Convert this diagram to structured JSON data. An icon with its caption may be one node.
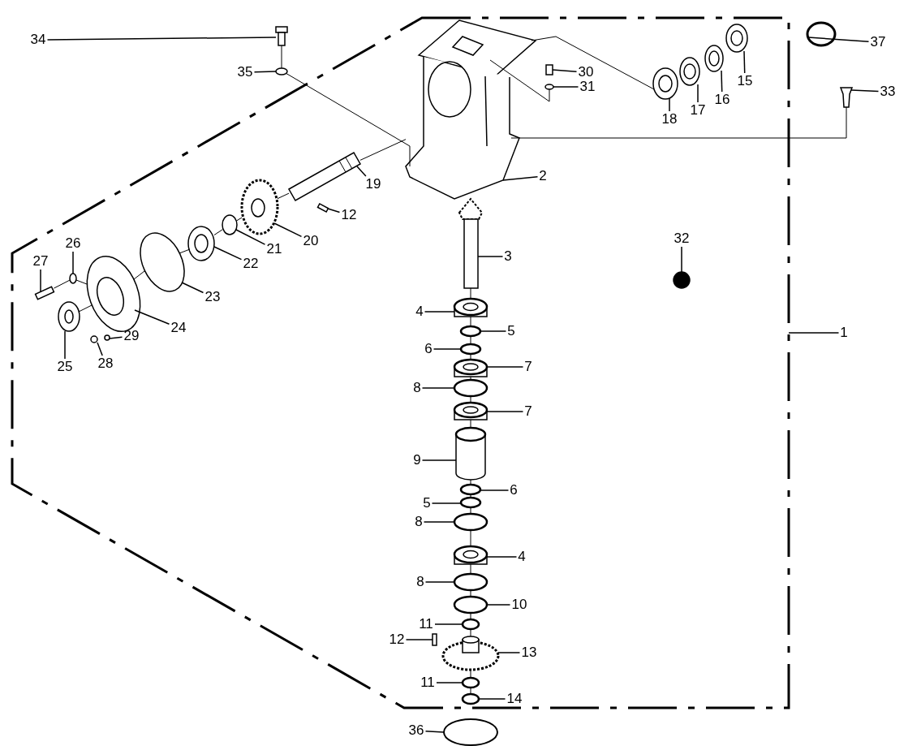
{
  "diagram": {
    "nodes": [
      {
        "text": [
          "34"
        ]
      },
      {
        "text": [
          "37"
        ]
      },
      {
        "text": [
          "30"
        ]
      },
      {
        "text": [
          "35"
        ]
      },
      {
        "text": [
          "15"
        ]
      },
      {
        "text": [
          "31"
        ]
      },
      {
        "text": [
          "33"
        ]
      },
      {
        "text": [
          "16"
        ]
      },
      {
        "text": [
          "17"
        ]
      },
      {
        "text": [
          "18"
        ]
      },
      {
        "text": [
          "2"
        ]
      },
      {
        "text": [
          "19"
        ]
      },
      {
        "text": [
          "12"
        ]
      },
      {
        "text": [
          "32"
        ]
      },
      {
        "text": [
          "20"
        ]
      },
      {
        "text": [
          "26"
        ]
      },
      {
        "text": [
          "21"
        ]
      },
      {
        "text": [
          "3"
        ]
      },
      {
        "text": [
          "27"
        ]
      },
      {
        "text": [
          "22"
        ]
      },
      {
        "text": [
          "23"
        ]
      },
      {
        "text": [
          "4"
        ]
      },
      {
        "text": [
          "24"
        ]
      },
      {
        "text": [
          "5"
        ]
      },
      {
        "text": [
          "1"
        ]
      },
      {
        "text": [
          "29"
        ]
      },
      {
        "text": [
          "6"
        ]
      },
      {
        "text": [
          "28"
        ]
      },
      {
        "text": [
          "7"
        ]
      },
      {
        "text": [
          "25"
        ]
      },
      {
        "text": [
          "8"
        ]
      },
      {
        "text": [
          "7"
        ]
      },
      {
        "text": [
          "9"
        ]
      },
      {
        "text": [
          "6"
        ]
      },
      {
        "text": [
          "5"
        ]
      },
      {
        "text": [
          "8"
        ]
      },
      {
        "text": [
          "4"
        ]
      },
      {
        "text": [
          "8"
        ]
      },
      {
        "text": [
          "10"
        ]
      },
      {
        "text": [
          "11"
        ]
      },
      {
        "text": [
          "12"
        ]
      },
      {
        "text": [
          "13"
        ]
      },
      {
        "text": [
          "11"
        ]
      },
      {
        "text": [
          "14"
        ]
      },
      {
        "text": [
          "36"
        ]
      },
      {
        "text": [],
        "shape": "picture"
      },
      {
        "text": [],
        "shape": "circle"
      },
      {
        "text": [],
        "shape": "box"
      },
      {
        "text": [],
        "shape": "circle"
      },
      {
        "text": [],
        "shape": "picture"
      },
      {
        "text": [],
        "shape": "circle"
      },
      {
        "text": [],
        "shape": "picture"
      },
      {
        "text": [],
        "shape": "picture"
      },
      {
        "text": [],
        "shape": "picture"
      },
      {
        "text": [],
        "shape": "picture"
      },
      {
        "text": [],
        "shape": "picture"
      },
      {
        "text": [],
        "shape": "picture"
      },
      {
        "text": [],
        "shape": "box"
      },
      {
        "text": [],
        "shape": "circle"
      },
      {
        "text": [],
        "shape": "picture"
      },
      {
        "text": [],
        "shape": "circle"
      },
      {
        "text": [],
        "shape": "circle"
      },
      {
        "text": [],
        "shape": "picture"
      },
      {
        "text": [],
        "shape": "box"
      },
      {
        "text": [],
        "shape": "picture"
      },
      {
        "text": [],
        "shape": "circle"
      },
      {
        "text": [],
        "shape": "picture"
      },
      {
        "text": [],
        "shape": "picture"
      },
      {
        "text": [],
        "shape": "circle"
      },
      {
        "text": [],
        "shape": "circle"
      },
      {
        "text": [],
        "shape": "circle"
      },
      {
        "text": [],
        "shape": "circle"
      },
      {
        "text": [],
        "shape": "picture"
      },
      {
        "text": [],
        "shape": "picture"
      },
      {
        "text": [],
        "shape": "circle"
      },
      {
        "text": [],
        "shape": "picture"
      },
      {
        "text": [],
        "shape": "cylinder"
      },
      {
        "text": [],
        "shape": "circle"
      },
      {
        "text": [],
        "shape": "circle"
      },
      {
        "text": [],
        "shape": "circle"
      },
      {
        "text": [],
        "shape": "picture"
      },
      {
        "text": [],
        "shape": "circle"
      },
      {
        "text": [],
        "shape": "circle"
      },
      {
        "text": [],
        "shape": "circle"
      },
      {
        "text": [],
        "shape": "box"
      },
      {
        "text": [],
        "shape": "picture"
      },
      {
        "text": [],
        "shape": "circle"
      },
      {
        "text": [],
        "shape": "circle"
      },
      {
        "text": [],
        "shape": "circle"
      }
    ],
    "edges": [
      {
        "from": 0,
        "to": 45,
        "arrow": "none"
      },
      {
        "from": 1,
        "to": 46,
        "arrow": "none"
      },
      {
        "from": 2,
        "to": 47,
        "arrow": "none"
      },
      {
        "from": 3,
        "to": 48,
        "arrow": "none"
      },
      {
        "from": 4,
        "to": 49,
        "arrow": "none"
      },
      {
        "from": 5,
        "to": 50,
        "arrow": "none"
      },
      {
        "from": 6,
        "to": 51,
        "arrow": "none"
      },
      {
        "from": 7,
        "to": 52,
        "arrow": "none"
      },
      {
        "from": 8,
        "to": 53,
        "arrow": "none"
      },
      {
        "from": 9,
        "to": 54,
        "arrow": "none"
      },
      {
        "from": 10,
        "to": 55,
        "arrow": "none"
      },
      {
        "from": 11,
        "to": 56,
        "arrow": "none"
      },
      {
        "from": 12,
        "to": 57,
        "arrow": "none"
      },
      {
        "from": 13,
        "to": 58,
        "arrow": "none"
      },
      {
        "from": 14,
        "to": 59,
        "arrow": "none"
      },
      {
        "from": 15,
        "to": 60,
        "arrow": "none"
      },
      {
        "from": 16,
        "to": 61,
        "arrow": "none"
      },
      {
        "from": 17,
        "to": 62,
        "arrow": "none"
      },
      {
        "from": 18,
        "to": 63,
        "arrow": "none"
      },
      {
        "from": 19,
        "to": 64,
        "arrow": "none"
      },
      {
        "from": 20,
        "to": 65,
        "arrow": "none"
      },
      {
        "from": 21,
        "to": 66,
        "arrow": "none"
      },
      {
        "from": 22,
        "to": 67,
        "arrow": "none"
      },
      {
        "from": 23,
        "to": 68,
        "arrow": "none"
      },
      {
        "from": 24,
        "to": null,
        "arrow": "none"
      },
      {
        "from": 25,
        "to": 69,
        "arrow": "none"
      },
      {
        "from": 26,
        "to": 70,
        "arrow": "none"
      },
      {
        "from": 27,
        "to": 71,
        "arrow": "none"
      },
      {
        "from": 28,
        "to": 72,
        "arrow": "none"
      },
      {
        "from": 29,
        "to": 73,
        "arrow": "none"
      },
      {
        "from": 30,
        "to": 74,
        "arrow": "none"
      },
      {
        "from": 31,
        "to": 75,
        "arrow": "none"
      },
      {
        "from": 32,
        "to": 76,
        "arrow": "none"
      },
      {
        "from": 33,
        "to": 77,
        "arrow": "none"
      },
      {
        "from": 34,
        "to": 78,
        "arrow": "none"
      },
      {
        "from": 35,
        "to": 79,
        "arrow": "none"
      },
      {
        "from": 36,
        "to": 80,
        "arrow": "none"
      },
      {
        "from": 37,
        "to": 81,
        "arrow": "none"
      },
      {
        "from": 38,
        "to": 82,
        "arrow": "none"
      },
      {
        "from": 39,
        "to": 83,
        "arrow": "none"
      },
      {
        "from": 40,
        "to": 84,
        "arrow": "none"
      },
      {
        "from": 41,
        "to": 85,
        "arrow": "none"
      },
      {
        "from": 42,
        "to": 86,
        "arrow": "none"
      },
      {
        "from": 43,
        "to": 87,
        "arrow": "none"
      },
      {
        "from": 44,
        "to": 88,
        "arrow": "none"
      },
      {
        "from": 45,
        "to": 48,
        "arrow": "none"
      },
      {
        "from": 48,
        "to": 55,
        "arrow": "none"
      },
      {
        "from": 50,
        "to": 55,
        "arrow": "none"
      },
      {
        "from": 54,
        "to": 55,
        "arrow": "none"
      },
      {
        "from": 51,
        "to": 55,
        "arrow": "none"
      },
      {
        "from": 62,
        "to": 66,
        "arrow": "none"
      },
      {
        "from": 66,
        "to": 68,
        "arrow": "none"
      },
      {
        "from": 68,
        "to": 70,
        "arrow": "none"
      },
      {
        "from": 70,
        "to": 72,
        "arrow": "none"
      },
      {
        "from": 72,
        "to": 74,
        "arrow": "none"
      },
      {
        "from": 74,
        "to": 75,
        "arrow": "none"
      },
      {
        "from": 75,
        "to": 76,
        "arrow": "none"
      },
      {
        "from": 76,
        "to": 77,
        "arrow": "none"
      },
      {
        "from": 77,
        "to": 78,
        "arrow": "none"
      },
      {
        "from": 78,
        "to": 79,
        "arrow": "none"
      },
      {
        "from": 79,
        "to": 80,
        "arrow": "none"
      },
      {
        "from": 80,
        "to": 81,
        "arrow": "none"
      },
      {
        "from": 81,
        "to": 82,
        "arrow": "none"
      },
      {
        "from": 82,
        "to": 83,
        "arrow": "none"
      },
      {
        "from": 83,
        "to": 85,
        "arrow": "none"
      },
      {
        "from": 85,
        "to": 86,
        "arrow": "none"
      },
      {
        "from": 86,
        "to": 87,
        "arrow": "none"
      },
      {
        "from": 55,
        "to": 56,
        "arrow": "none"
      },
      {
        "from": 56,
        "to": 59,
        "arrow": "none"
      },
      {
        "from": 59,
        "to": 61,
        "arrow": "none"
      },
      {
        "from": 61,
        "to": 64,
        "arrow": "none"
      },
      {
        "from": 64,
        "to": 65,
        "arrow": "none"
      },
      {
        "from": 65,
        "to": 67,
        "arrow": "none"
      },
      {
        "from": 67,
        "to": 60,
        "arrow": "none"
      },
      {
        "from": 60,
        "to": 63,
        "arrow": "none"
      },
      {
        "from": 73,
        "to": 67,
        "arrow": "none"
      }
    ]
  }
}
